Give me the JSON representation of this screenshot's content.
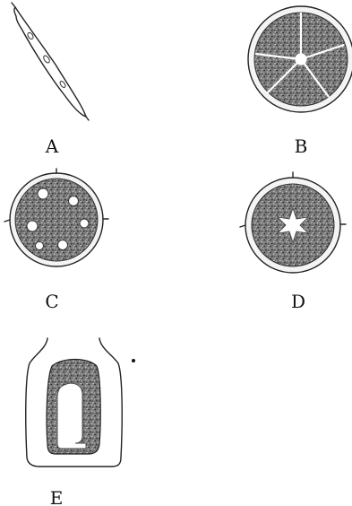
{
  "figures": [
    {
      "id": "A",
      "label": "A"
    },
    {
      "id": "B",
      "label": "B"
    },
    {
      "id": "C",
      "label": "C"
    },
    {
      "id": "D",
      "label": "D"
    },
    {
      "id": "E",
      "label": "E"
    }
  ]
}
